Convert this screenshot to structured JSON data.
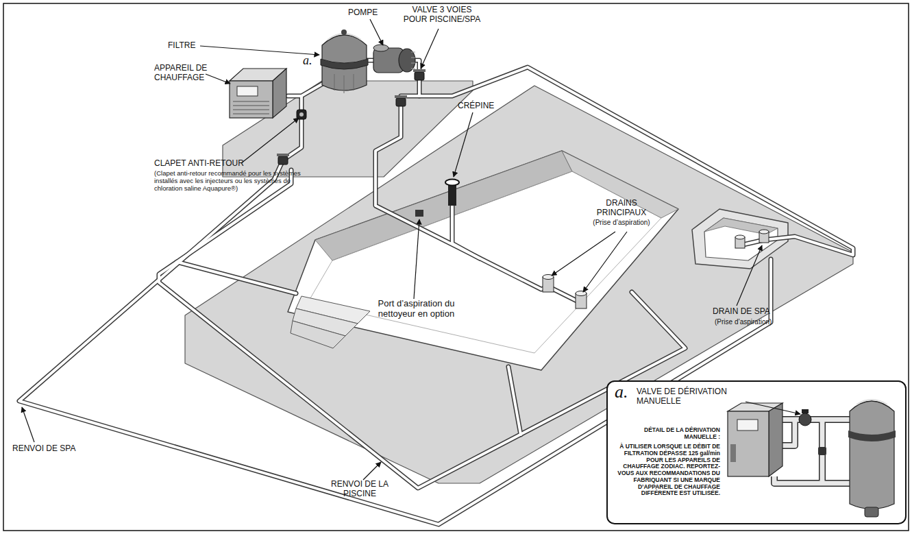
{
  "diagram": {
    "nodes": [
      {
        "text": [
          "a.",
          "VALVE DE DÉRIVATION MANUELLE",
          "DÉTAIL DE LA DÉRIVATION MANUELLE :",
          "À UTILISER LORSQUE LE DÉBIT DE FILTRATION DÉPASSE 125 gal/min POUR LES APPAREILS DE CHAUFFAGE ZODIAC. REPORTEZ-VOUS AUX RECOMMANDATIONS DU FABRIQUANT SI UNE MARQUE D’APPAREIL DE CHAUFFAGE DIFFÉRENTE EST UTILISÉE."
        ]
      }
    ],
    "labels": [
      "POMPE",
      "VALVE 3 VOIES POUR PISCINE/SPA",
      "FILTRE",
      "a.",
      "APPAREIL DE CHAUFFAGE",
      "CLAPET ANTI-RETOUR",
      "(Clapet anti-retour recommandé pour les systèmes installés avec les injecteurs ou les systèmes de chloration saline Aquapure®)",
      "CRÉPINE",
      "DRAINS PRINCIPAUX",
      "(Prise d’aspiration)",
      "Port d’aspiration du nettoyeur en option",
      "DRAIN DE SPA",
      "(Prise d’aspiration)",
      "RENVOI DE SPA",
      "RENVOI DE LA PISCINE"
    ]
  }
}
